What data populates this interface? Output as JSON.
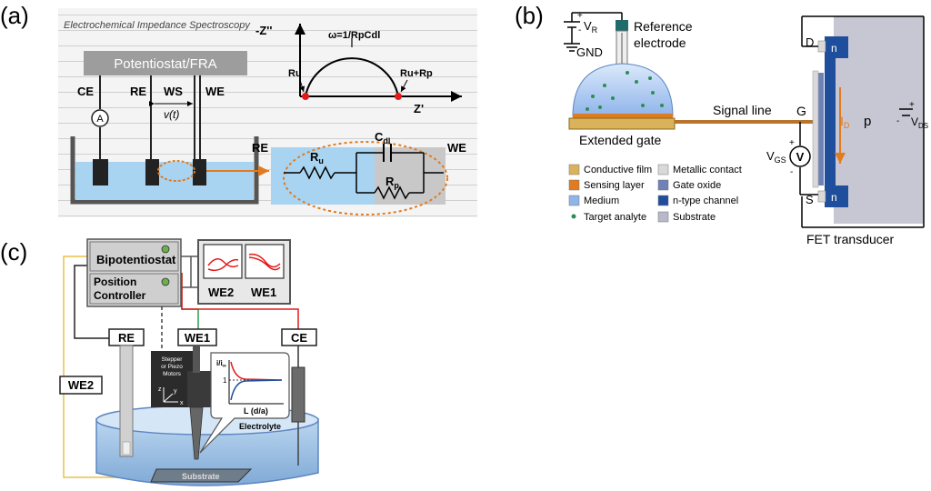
{
  "panel_a": {
    "label": "(a)",
    "header": "Electrochemical Impedance Spectroscopy",
    "instrument": "Potentiostat/FRA",
    "ce": "CE",
    "re": "RE",
    "ws": "WS",
    "we": "WE",
    "ammeter": "A",
    "voltage": "v(t)",
    "nyquist_y": "-Z''",
    "nyquist_x": "Z'",
    "omega": "ω=1/RpCdl",
    "ru_point": "Ru",
    "rurp_point": "Ru+Rp",
    "circuit_re": "RE",
    "circuit_we": "WE",
    "r_u": "R",
    "r_u_sub": "u",
    "c_dl": "C",
    "c_dl_sub": "dl",
    "r_p": "R",
    "r_p_sub": "p"
  },
  "panel_b": {
    "label": "(b)",
    "vr": "V",
    "vr_sub": "R",
    "gnd": "GND",
    "reference_electrode": [
      "Reference",
      "electrode"
    ],
    "extended_gate": "Extended gate",
    "signal_line": "Signal line",
    "gate": "G",
    "drain": "D",
    "source": "S",
    "n_top": "n",
    "n_bottom": "n",
    "p": "p",
    "id": "I",
    "id_sub": "D",
    "vgs": "V",
    "vgs_sub": "GS",
    "vgs_meter": "V",
    "vds": "V",
    "vds_sub": "DS",
    "fet_transducer": "FET transducer",
    "legend": [
      {
        "label": "Conductive film",
        "color": "#d9b25a",
        "shape": "rect"
      },
      {
        "label": "Metallic contact",
        "color": "#d9d9d9",
        "shape": "rect"
      },
      {
        "label": "Sensing layer",
        "color": "#e07b20",
        "shape": "rect"
      },
      {
        "label": "Gate oxide",
        "color": "#6f82b8",
        "shape": "rect"
      },
      {
        "label": "Medium",
        "color": "#8fb4ea",
        "shape": "rect"
      },
      {
        "label": "n-type channel",
        "color": "#1f4f9c",
        "shape": "rect"
      },
      {
        "label": "Target analyte",
        "color": "#2e8b57",
        "shape": "dot"
      },
      {
        "label": "Substrate",
        "color": "#b8b8c8",
        "shape": "rect"
      }
    ]
  },
  "panel_c": {
    "label": "(c)",
    "bipotentiostat": "Bipotentiostat",
    "position_controller": [
      "Position",
      "Controller"
    ],
    "we2_plot": "WE2",
    "we1_plot": "WE1",
    "re": "RE",
    "we1": "WE1",
    "ce": "CE",
    "we2": "WE2",
    "motors": [
      "Stepper",
      "or Piezo",
      "Motors"
    ],
    "axis_z": "z",
    "axis_y": "y",
    "axis_x": "x",
    "inset_y": "i/i",
    "inset_y_sub": "∞",
    "inset_tick": "1",
    "inset_x": "L (d/a)",
    "electrolyte": "Electrolyte",
    "substrate": "Substrate"
  }
}
